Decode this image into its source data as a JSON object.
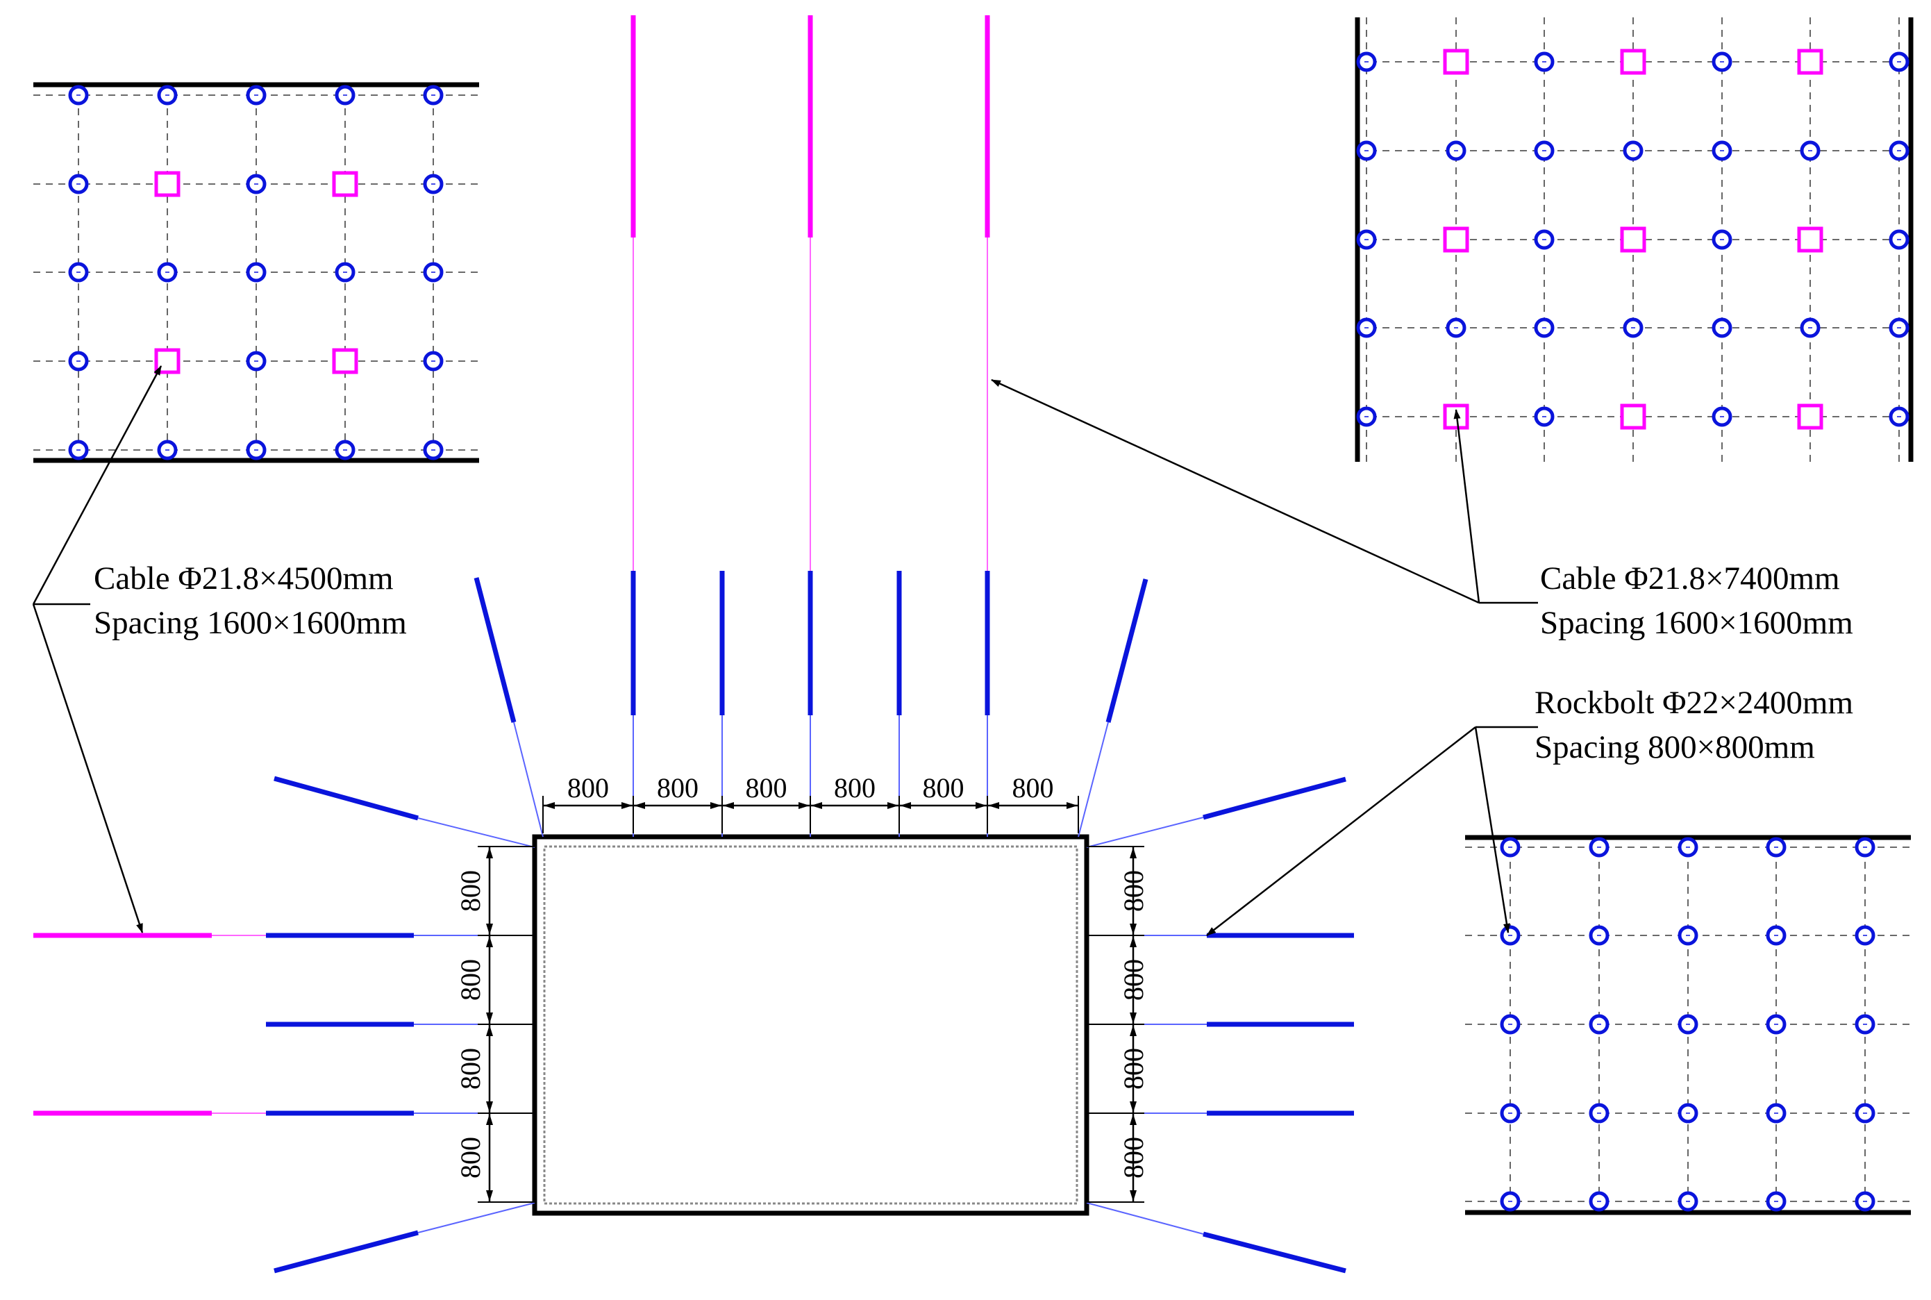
{
  "annotations": {
    "left_cable_line1": "Cable Φ21.8×4500mm",
    "left_cable_line2": "Spacing 1600×1600mm",
    "right_cable_line1": "Cable Φ21.8×7400mm",
    "right_cable_line2": "Spacing 1600×1600mm",
    "rockbolt_line1": "Rockbolt Φ22×2400mm",
    "rockbolt_line2": "Spacing 800×800mm"
  },
  "dimensions": {
    "top_spacings": [
      "800",
      "800",
      "800",
      "800",
      "800",
      "800"
    ],
    "left_spacings": [
      "800",
      "800",
      "800",
      "800"
    ],
    "right_spacings": [
      "800",
      "800",
      "800",
      "800"
    ]
  },
  "colors": {
    "rockbolt": "#0a14dc",
    "cable": "#ff00ff",
    "thin_bolt": "#5a64ff",
    "outline": "#000000",
    "grid": "#555555"
  },
  "legend_symbols": {
    "rockbolt": "circle",
    "cable": "square"
  }
}
